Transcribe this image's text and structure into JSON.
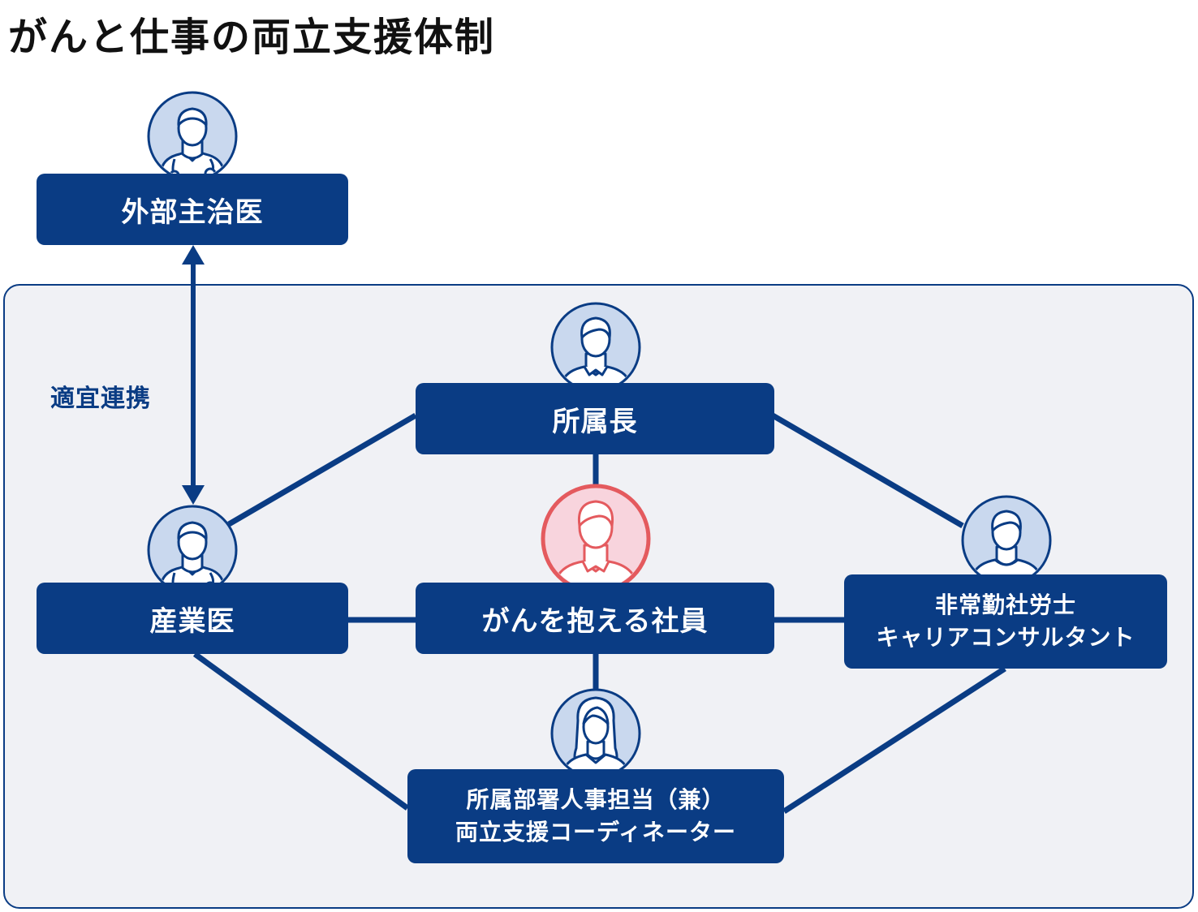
{
  "title": "がんと仕事の両立支援体制",
  "link_label": "適宜連携",
  "colors": {
    "navy": "#0a3c84",
    "panel_bg": "#f0f1f5",
    "avatar_bg": "#c9d8ee",
    "highlight_ring": "#e45a5e",
    "highlight_bg": "#f8d4dd"
  },
  "nodes": {
    "external_doctor": {
      "label": "外部主治医",
      "icon": "doctor-icon"
    },
    "manager": {
      "label": "所属長",
      "icon": "man-icon"
    },
    "industrial_doctor": {
      "label": "産業医",
      "icon": "doctor-icon"
    },
    "employee": {
      "label": "がんを抱える社員",
      "icon": "employee-icon"
    },
    "consultant": {
      "line1": "非常勤社労士",
      "line2": "キャリアコンサルタント",
      "icon": "man-icon"
    },
    "coordinator": {
      "line1": "所属部署人事担当（兼）",
      "line2": "両立支援コーディネーター",
      "icon": "woman-icon"
    }
  }
}
